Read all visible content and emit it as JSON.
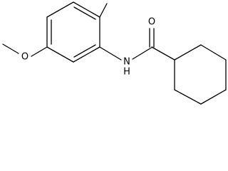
{
  "structure": {
    "atom_labels": {
      "carbonyl_oxygen": "O",
      "amide_nitrogen": "N",
      "amide_hydrogen": "H",
      "methoxy_oxygen": "O"
    },
    "line_color": "#000000",
    "background": "#ffffff"
  }
}
